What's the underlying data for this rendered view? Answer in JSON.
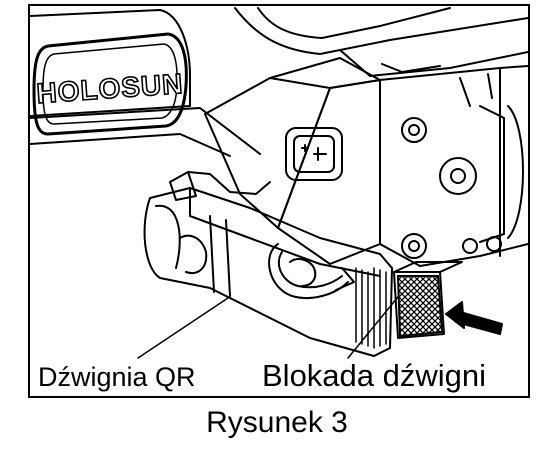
{
  "figure": {
    "brand_logo": "HOLOSUN",
    "callouts": {
      "qr_lever": "Dźwignia QR",
      "lever_lock": "Blokada dźwigni"
    },
    "caption": "Rysunek 3"
  },
  "icons": [
    "qr-lever-icon",
    "lever-lock-icon",
    "rotation-arrow-icon",
    "push-arrow-icon",
    "battery-door-icon",
    "screw-icon"
  ],
  "colors": {
    "ink": "#000000",
    "paper": "#ffffff"
  }
}
